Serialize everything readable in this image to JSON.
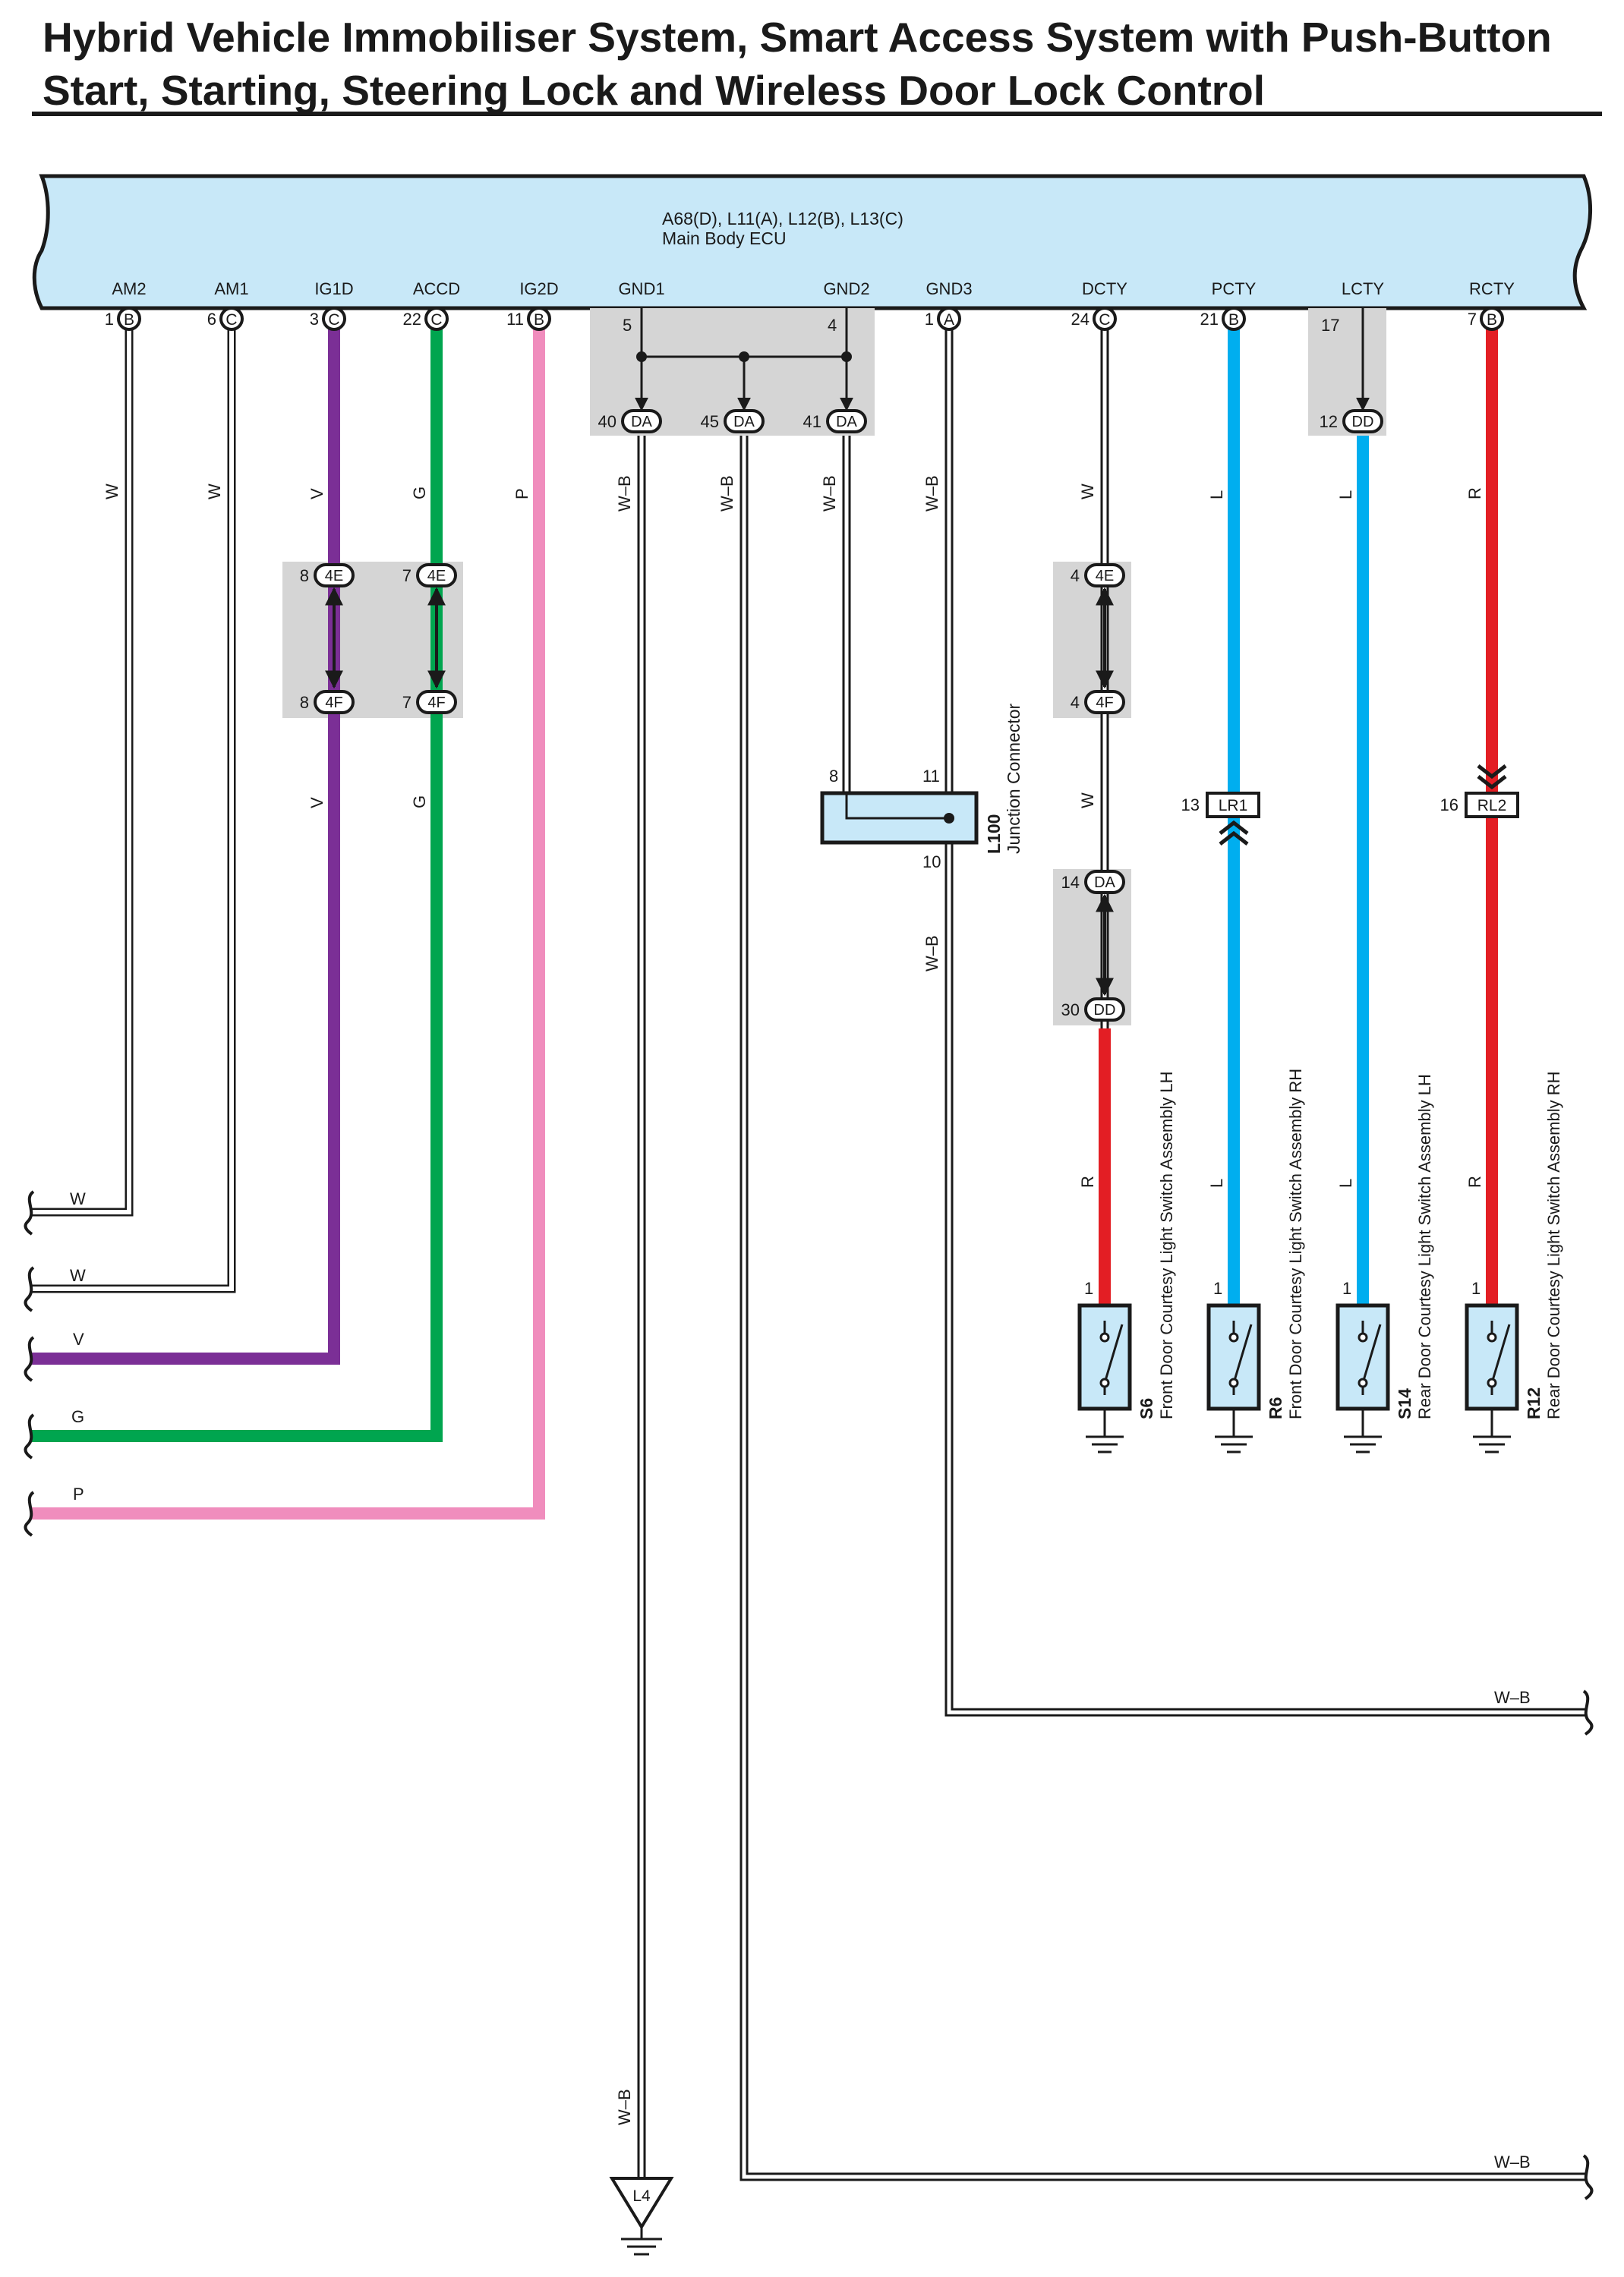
{
  "title": {
    "line1": "Hybrid Vehicle Immobiliser System, Smart Access System with Push-Button",
    "line2": "Start, Starting, Steering Lock and Wireless Door Lock Control"
  },
  "ecu": {
    "connectors": "A68(D), L11(A), L12(B), L13(C)",
    "name": "Main Body ECU",
    "terminals": {
      "am2": "AM2",
      "am1": "AM1",
      "ig1d": "IG1D",
      "accd": "ACCD",
      "ig2d": "IG2D",
      "gnd1": "GND1",
      "gnd2": "GND2",
      "gnd3": "GND3",
      "dcty": "DCTY",
      "pcty": "PCTY",
      "lcty": "LCTY",
      "rcty": "RCTY"
    },
    "pins": {
      "am2": {
        "num": "1",
        "conn": "B"
      },
      "am1": {
        "num": "6",
        "conn": "C"
      },
      "ig1d": {
        "num": "3",
        "conn": "C"
      },
      "accd": {
        "num": "22",
        "conn": "C"
      },
      "ig2d": {
        "num": "11",
        "conn": "B"
      },
      "gnd3": {
        "num": "1",
        "conn": "A"
      },
      "dcty": {
        "num": "24",
        "conn": "C"
      },
      "pcty": {
        "num": "21",
        "conn": "B"
      },
      "rcty": {
        "num": "7",
        "conn": "B"
      }
    }
  },
  "junctions": {
    "gnd_in_left": "5",
    "gnd_in_right": "4",
    "da40": {
      "num": "40",
      "label": "DA"
    },
    "da45": {
      "num": "45",
      "label": "DA"
    },
    "da41": {
      "num": "41",
      "label": "DA"
    },
    "lcty_top": "17",
    "dd12": {
      "num": "12",
      "label": "DD"
    },
    "e8": {
      "num": "8",
      "label": "4E"
    },
    "f8": {
      "num": "8",
      "label": "4F"
    },
    "e7": {
      "num": "7",
      "label": "4E"
    },
    "f7": {
      "num": "7",
      "label": "4F"
    },
    "e4": {
      "num": "4",
      "label": "4E"
    },
    "f4": {
      "num": "4",
      "label": "4F"
    },
    "da14": {
      "num": "14",
      "label": "DA"
    },
    "dd30": {
      "num": "30",
      "label": "DD"
    },
    "lr1": {
      "num": "13",
      "label": "LR1"
    },
    "rl2": {
      "num": "16",
      "label": "RL2"
    }
  },
  "junction_connector": {
    "code": "L100",
    "name": "Junction Connector",
    "pin_in": "8",
    "pin_out_top": "11",
    "pin_out": "10"
  },
  "wire_colors": {
    "w": "W",
    "v": "V",
    "g": "G",
    "p": "P",
    "wb": "W–B",
    "l": "L",
    "r": "R"
  },
  "switches": [
    {
      "code": "S6",
      "name": "Front Door Courtesy Light Switch Assembly LH",
      "pin": "1"
    },
    {
      "code": "R6",
      "name": "Front Door Courtesy Light Switch Assembly RH",
      "pin": "1"
    },
    {
      "code": "S14",
      "name": "Rear Door Courtesy Light Switch Assembly LH",
      "pin": "1"
    },
    {
      "code": "R12",
      "name": "Rear Door Courtesy Light Switch Assembly RH",
      "pin": "1"
    }
  ],
  "ground_point": "L4",
  "colors": {
    "ecu_fill": "#c8e8f8",
    "violet": "#7b2f96",
    "green": "#00a54f",
    "pink": "#f08dbd",
    "blue": "#00aeef",
    "red": "#e31e24",
    "junction_grey": "#d5d5d5"
  }
}
